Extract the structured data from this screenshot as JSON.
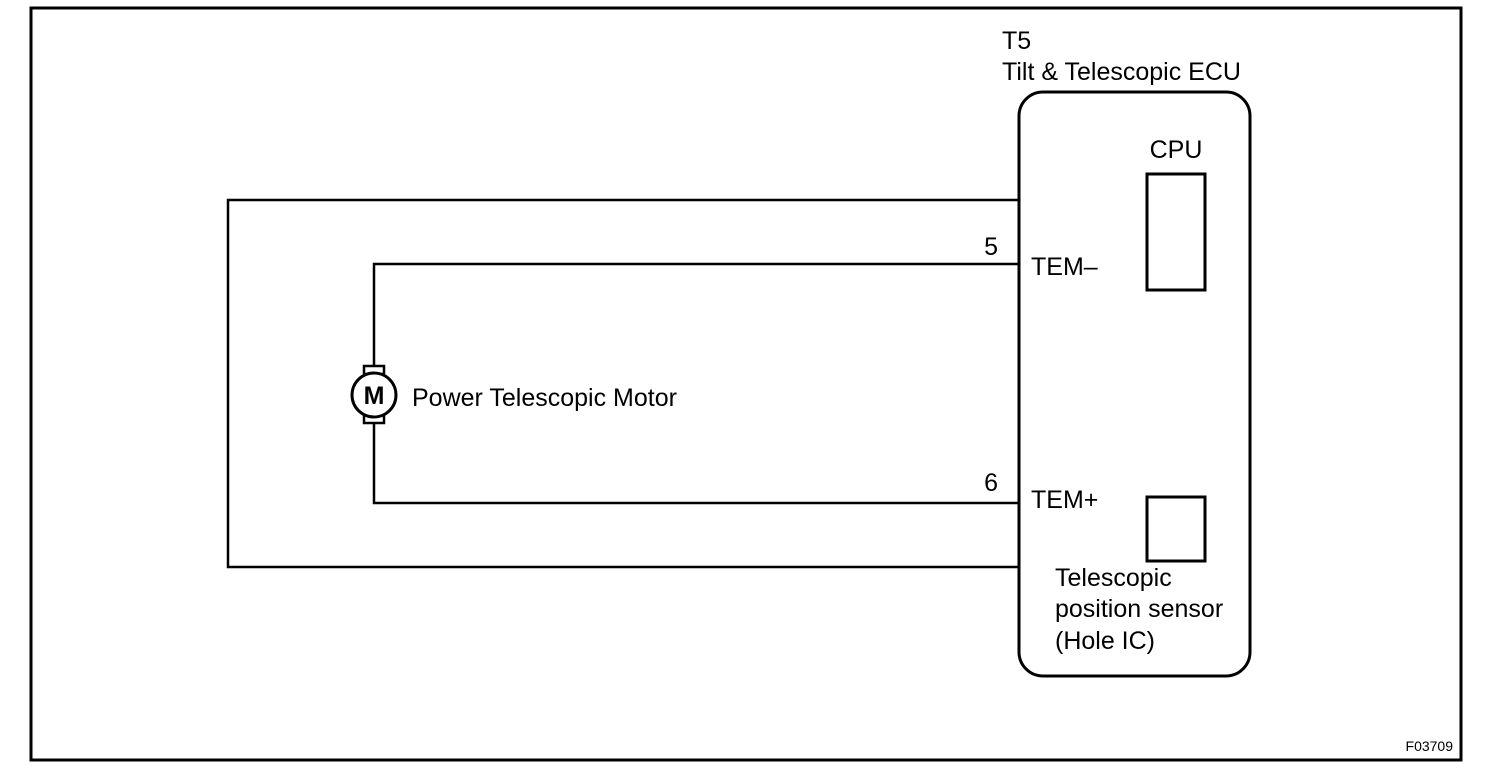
{
  "ecu": {
    "connector": "T5",
    "name": "Tilt & Telescopic ECU",
    "cpu_label": "CPU",
    "sensor_label_lines": [
      "Telescopic",
      "position sensor",
      "(Hole IC)"
    ]
  },
  "terminals": [
    {
      "pin": "5",
      "name": "TEM–"
    },
    {
      "pin": "6",
      "name": "TEM+"
    }
  ],
  "motor": {
    "symbol": "M",
    "label": "Power Telescopic Motor"
  },
  "figure_id": "F03709",
  "colors": {
    "line": "#000000",
    "background": "#ffffff"
  }
}
